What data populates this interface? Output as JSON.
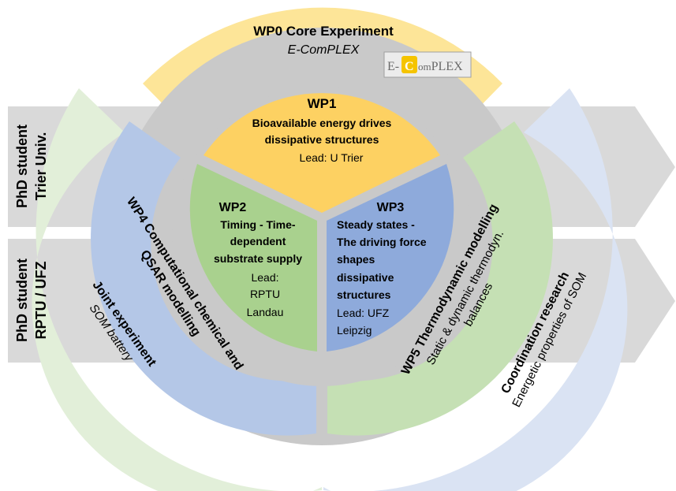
{
  "colors": {
    "arrow_gray": "#d9d9d9",
    "ring_gray": "#c9c9c9",
    "wp0": "#fde598",
    "wp1": "#fdd162",
    "wp2": "#a9d18e",
    "wp3": "#8eaadb",
    "wp4": "#b4c7e7",
    "wp5": "#c5e0b4",
    "joint": "#e2efd9",
    "coord": "#dae3f3",
    "logo_accent": "#f5c400"
  },
  "left_labels": {
    "top": {
      "line1": "PhD student",
      "line2": "Trier Univ."
    },
    "bottom": {
      "line1": "PhD student",
      "line2": "RPTU / UFZ"
    }
  },
  "wp0": {
    "title": "WP0 Core Experiment",
    "subtitle": "E-ComPLEX"
  },
  "logo": {
    "part1": "E-",
    "part2": "C",
    "part3": "om",
    "part4": "PLEX"
  },
  "wp1": {
    "title": "WP1",
    "line1": "Bioavailable energy drives",
    "line2": "dissipative structures",
    "lead": "Lead: U Trier"
  },
  "wp2": {
    "title": "WP2",
    "line1": "Timing - Time-",
    "line2": "dependent",
    "line3": "substrate supply",
    "lead1": "Lead:",
    "lead2": "RPTU",
    "lead3": "Landau"
  },
  "wp3": {
    "title": "WP3",
    "line1": "Steady states -",
    "line2": "The driving force",
    "line3": "shapes",
    "line4": "dissipative",
    "line5": "structures",
    "lead1": "Lead: UFZ",
    "lead2": "Leipzig"
  },
  "wp4": {
    "line1": "WP4 Computational chemical and",
    "line2": "QSAR modelling"
  },
  "wp5": {
    "title": "WP5 Thermodynamic modelling",
    "line1": "Static & dynamic thermodyn.",
    "line2": "balances"
  },
  "joint": {
    "title": "Joint experiment",
    "subtitle": "SOM battery"
  },
  "coord": {
    "title": "Coordination research",
    "subtitle": "Energetic properties of SOM"
  }
}
